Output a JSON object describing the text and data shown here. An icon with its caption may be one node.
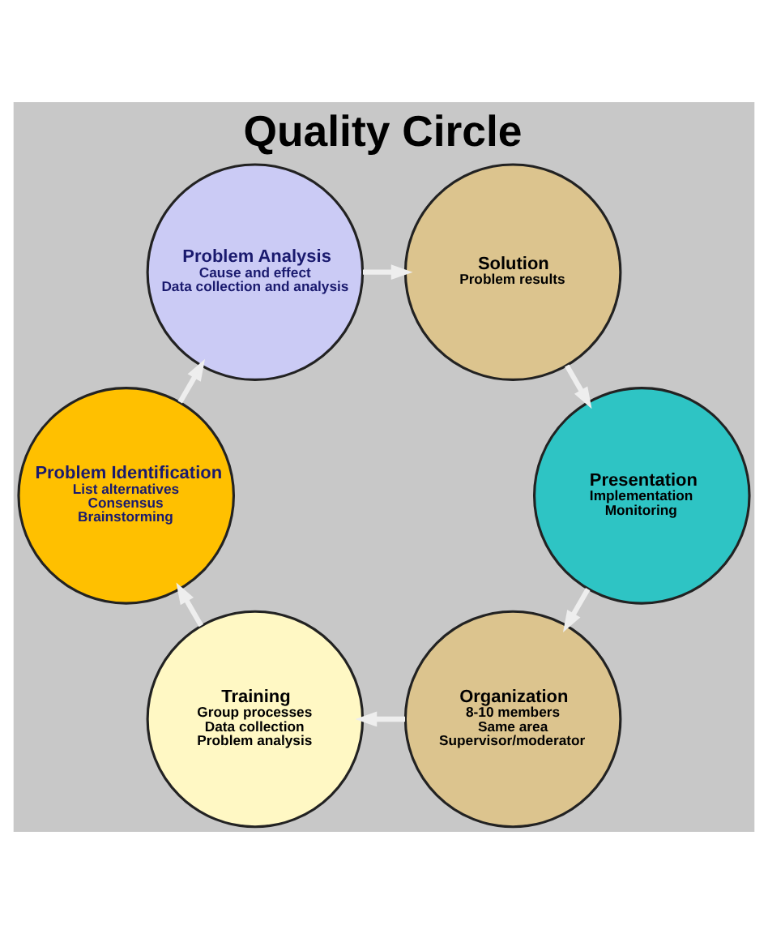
{
  "diagram": {
    "title": "Quality Circle",
    "nodes": [
      {
        "text": [
          "Organization",
          "8-10 members",
          "Same area",
          "Supervisor/moderator"
        ]
      },
      {
        "text": [
          "Training",
          "Group processes",
          "Data collection",
          "Problem analysis"
        ]
      },
      {
        "text": [
          "Problem Identification",
          "List alternatives",
          "Consensus",
          "Brainstorming"
        ]
      },
      {
        "text": [
          "Problem Analysis",
          "Cause and effect",
          "Data collection and analysis"
        ]
      },
      {
        "text": [
          "Solution",
          "Problem results"
        ]
      },
      {
        "text": [
          "Presentation",
          "Implementation",
          "Monitoring"
        ]
      }
    ],
    "edges": [
      {
        "from": 0,
        "to": 1,
        "arrow": "to"
      },
      {
        "from": 1,
        "to": 2,
        "arrow": "to"
      },
      {
        "from": 2,
        "to": 3,
        "arrow": "to"
      },
      {
        "from": 3,
        "to": 4,
        "arrow": "to"
      },
      {
        "from": 4,
        "to": 5,
        "arrow": "to"
      },
      {
        "from": 5,
        "to": 0,
        "arrow": "to"
      }
    ]
  }
}
